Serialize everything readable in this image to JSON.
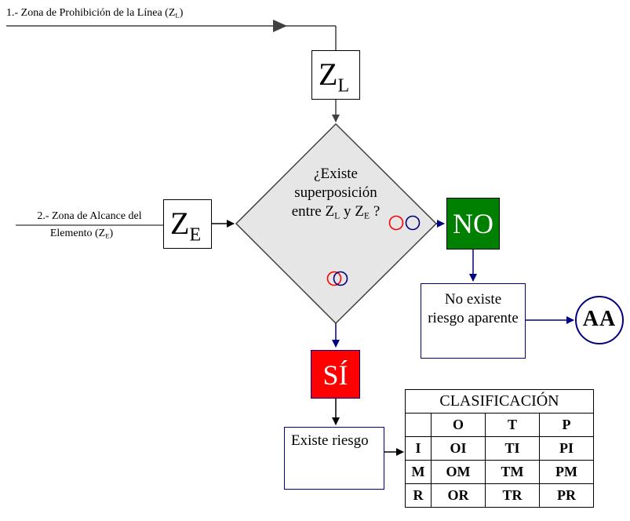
{
  "input1": {
    "label": "1.- Zona de Prohibición de la Línea (Z",
    "sub": "L",
    "close": ")"
  },
  "zl_box": {
    "z": "Z",
    "sub": "L"
  },
  "input2": {
    "line1": "2.- Zona de Alcance del",
    "line2": "Elemento (Z",
    "sub": "E",
    "close": ")"
  },
  "ze_box": {
    "z": "Z",
    "sub": "E"
  },
  "decision": {
    "line1": "¿Existe",
    "line2": "superposición",
    "line3_a": "entre Z",
    "line3_sub_a": "L",
    "line3_b": " y Z",
    "line3_sub_b": "E",
    "line3_c": " ?"
  },
  "no_box": {
    "label": "NO",
    "color": "#008000"
  },
  "si_box": {
    "label": "SÍ",
    "color": "#ff0000"
  },
  "no_risk": {
    "line1": "No existe",
    "line2": "riesgo aparente"
  },
  "aa_circle": {
    "label": "AA"
  },
  "risk": {
    "label": "Existe riesgo"
  },
  "classification": {
    "title": "CLASIFICACIÓN",
    "columns": [
      "",
      "O",
      "T",
      "P"
    ],
    "rows": [
      [
        "I",
        "OI",
        "TI",
        "PI"
      ],
      [
        "M",
        "OM",
        "TM",
        "PM"
      ],
      [
        "R",
        "OR",
        "TR",
        "PR"
      ]
    ]
  },
  "colors": {
    "arrow_dark": "#404040",
    "arrow_blue": "#000080",
    "circle_red": "#ff0000",
    "circle_blue": "#000080",
    "diamond_fill": "#e6e6e6"
  }
}
